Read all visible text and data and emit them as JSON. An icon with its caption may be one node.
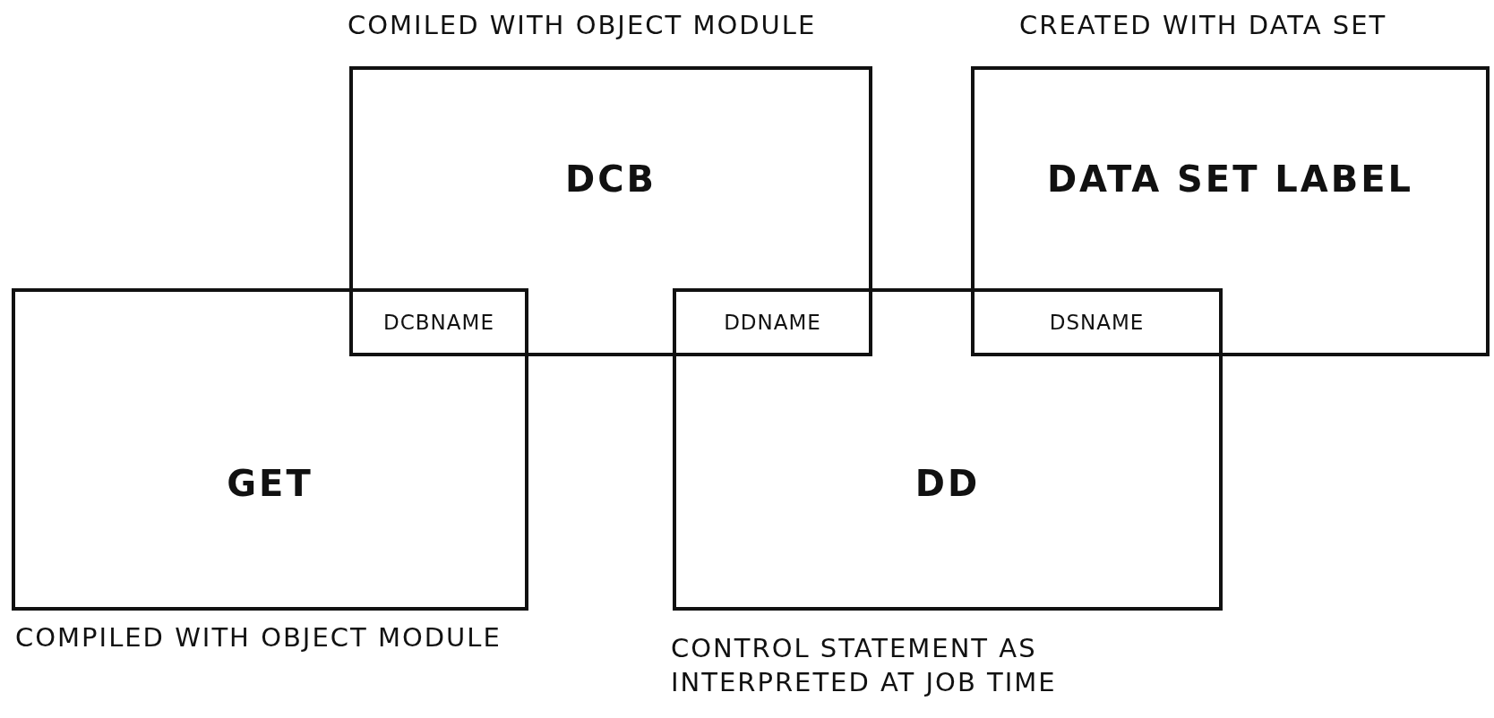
{
  "diagram": {
    "nodes": [
      {
        "text": [
          "DCB"
        ],
        "beside": [
          "COMILED WITH OBJECT MODULE"
        ]
      },
      {
        "text": [
          "DATA SET LABEL"
        ],
        "beside": [
          "CREATED WITH DATA SET"
        ]
      },
      {
        "text": [
          "GET"
        ],
        "beside": [
          "COMPILED WITH OBJECT MODULE"
        ]
      },
      {
        "text": [
          "DCBNAME"
        ]
      },
      {
        "text": [
          "DDNAME"
        ]
      },
      {
        "text": [
          "DD"
        ],
        "beside": [
          "CONTROL STATEMENT AS INTERPRETED AT JOB TIME"
        ]
      },
      {
        "text": [
          "DSNAME"
        ]
      }
    ]
  }
}
